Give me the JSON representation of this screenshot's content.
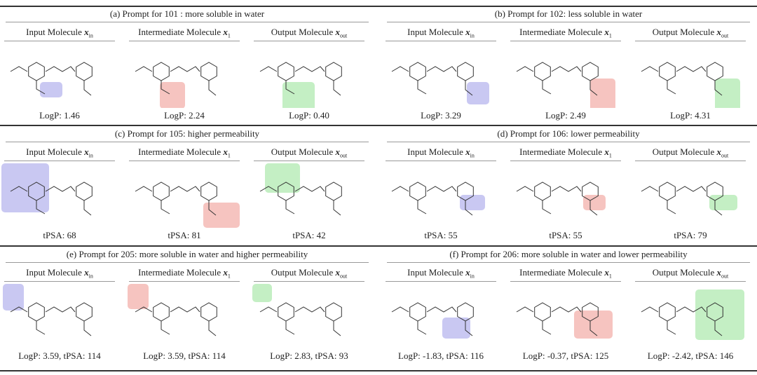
{
  "columns": {
    "input": "Input Molecule ",
    "intermediate": "Intermediate Molecule ",
    "output": "Output Molecule ",
    "sym_in": "x",
    "sub_in": "in",
    "sym_1": "x",
    "sub_1": "1",
    "sym_out": "x",
    "sub_out": "out"
  },
  "highlight_colors": {
    "input": "#c9c8f2",
    "intermediate": "#f6c4c0",
    "output": "#c4efc4"
  },
  "panels": [
    {
      "title": "(a) Prompt for 101 : more soluble in water",
      "values": [
        "LogP: 1.46",
        "LogP: 2.24",
        "LogP: 0.40"
      ]
    },
    {
      "title": "(b) Prompt for 102: less soluble in water",
      "values": [
        "LogP: 3.29",
        "LogP: 2.49",
        "LogP: 4.31"
      ]
    },
    {
      "title": "(c) Prompt for 105: higher permeability",
      "values": [
        "tPSA: 68",
        "tPSA: 81",
        "tPSA: 42"
      ]
    },
    {
      "title": "(d) Prompt for 106: lower permeability",
      "values": [
        "tPSA: 55",
        "tPSA: 55",
        "tPSA: 79"
      ]
    },
    {
      "title": "(e) Prompt for 205: more soluble in water and higher permeability",
      "values": [
        "LogP: 3.59, tPSA: 114",
        "LogP: 3.59, tPSA: 114",
        "LogP: 2.83, tPSA: 93"
      ]
    },
    {
      "title": "(f) Prompt for 206: more soluble in water and lower permeability",
      "values": [
        "LogP: -1.83, tPSA: 116",
        "LogP: -0.37, tPSA: 125",
        "LogP: -2.42, tPSA: 146"
      ]
    }
  ]
}
